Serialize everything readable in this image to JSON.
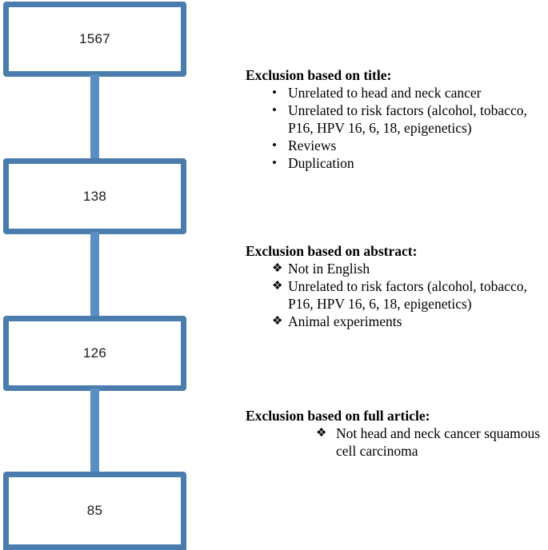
{
  "flow": {
    "boxes": [
      {
        "name": "records-identified",
        "count": "1567"
      },
      {
        "name": "after-title-screening",
        "count": "138"
      },
      {
        "name": "after-abstract-screening",
        "count": "126"
      },
      {
        "name": "included-studies",
        "count": "85"
      }
    ]
  },
  "exclusions": [
    {
      "id": "title",
      "heading": "Exclusion based on title:",
      "bullet_style": "round",
      "bullet_glyph": "•",
      "items": [
        "Unrelated to head and neck cancer",
        "Unrelated to risk factors (alcohol, tobacco, P16, HPV 16, 6, 18, epigenetics)",
        "Reviews",
        "Duplication"
      ]
    },
    {
      "id": "abstract",
      "heading": "Exclusion based on abstract:",
      "bullet_style": "floret",
      "bullet_glyph": "❖",
      "items": [
        "Not in English",
        "Unrelated to risk factors (alcohol, tobacco, P16, HPV 16, 6, 18, epigenetics)",
        "Animal experiments"
      ]
    },
    {
      "id": "full-article",
      "heading": "Exclusion based on full article:",
      "bullet_style": "floret",
      "bullet_glyph": "❖",
      "items": [
        "Not head and neck cancer squamous cell carcinoma"
      ]
    }
  ],
  "colors": {
    "box_border": "#4a7cad",
    "connector": "#5b8ec4",
    "box_fill": "#ffffff",
    "text": "#000000"
  }
}
